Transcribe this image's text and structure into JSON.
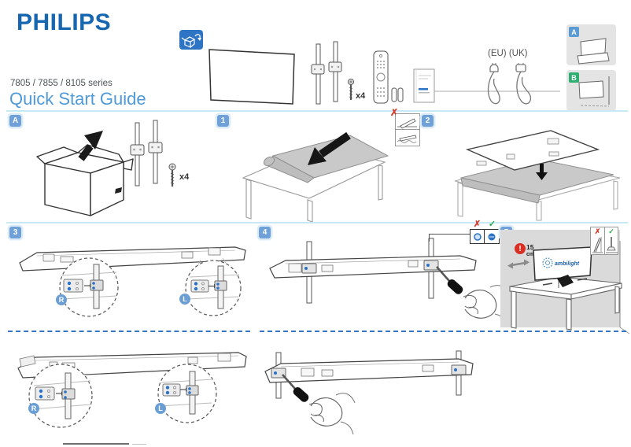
{
  "header": {
    "brand": "PHILIPS",
    "series": "7805 / 7855 / 8105 series",
    "title": "Quick Start Guide"
  },
  "box_contents": {
    "region_label": "(EU) (UK)",
    "screw_count_label": "x4"
  },
  "placement_cards": {
    "a_label": "A",
    "b_label": "B"
  },
  "steps": {
    "unpack": {
      "label": "A",
      "screw_count_label": "x4"
    },
    "step1": {
      "label": "1",
      "wrong_mark": "✗"
    },
    "step2": {
      "label": "2"
    },
    "step3": {
      "label": "3",
      "right_label": "R",
      "left_label": "L"
    },
    "step4": {
      "label": "4",
      "wrong_mark": "✗",
      "correct_mark": "✓"
    },
    "step5": {
      "label": "5",
      "warning_mark": "!",
      "distance_value": "15",
      "distance_unit": "cm",
      "screen_logo": "ambilight",
      "wrong_mark": "✗",
      "correct_mark": "✓"
    }
  },
  "alt_model": {
    "step3": {
      "right_label": "R",
      "left_label": "L"
    }
  },
  "colors": {
    "brand_blue": "#1666b0",
    "title_blue": "#4f9ad6",
    "step_label_blue": "#6fa0d8",
    "card_a_blue": "#5b9bd5",
    "card_b_green": "#2fae71",
    "separator_blue": "#c8e8f6",
    "dashed_separator_blue": "#3576c2",
    "error_red": "#d43a2a",
    "success_green": "#2ea84e",
    "screw_blue": "#2a72c5",
    "wall_gray": "#dadada",
    "blanket_gray": "#c9c9c9"
  }
}
